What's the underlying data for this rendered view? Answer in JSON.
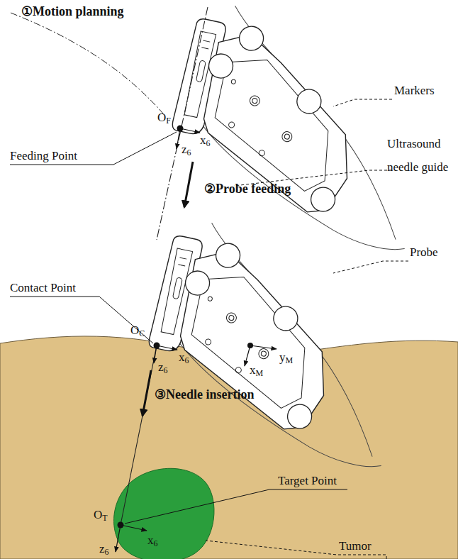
{
  "diagram": {
    "labels": [
      "①Motion planning",
      "OF",
      "x6",
      "Markers",
      "Feeding Point",
      "z6",
      "Ultrasound needle guide",
      "②Probe feeding",
      "Contact Point",
      "OC",
      "x6",
      "Probe",
      "z6",
      "yM",
      "xM",
      "③Needle insertion",
      "Target Point",
      "OT",
      "x6",
      "Tumor",
      "z6"
    ]
  }
}
